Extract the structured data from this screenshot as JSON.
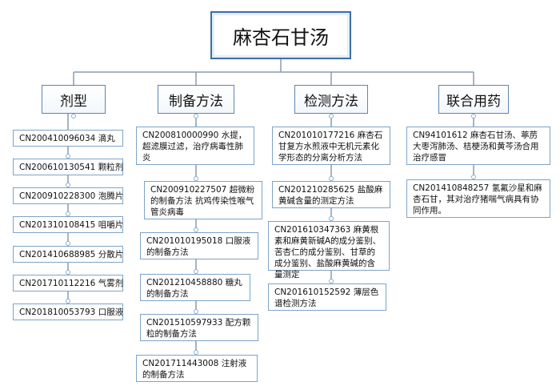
{
  "root": "麻杏石甘汤",
  "categories": [
    {
      "label": "剂型",
      "items": [
        "CN200410096034 滴丸",
        "CN200610130541 颗粒剂",
        "CN200910228300 泡腾片",
        "CN201310108415 咀嚼片",
        "CN201410688985 分散片",
        "CN201710112216 气雾剂",
        "CN201810053793 口服液"
      ]
    },
    {
      "label": "制备方法",
      "items": [
        "CN200810000990 水提，超滤膜过滤，治疗病毒性肺炎",
        "CN200910227507 超微粉的制备方法 抗鸡传染性喉气管炎病毒",
        "CN201010195018 口服液的制备方法",
        "CN201210458880 糖丸的制备方法",
        "CN201510597933 配方颗粒的制备方法",
        "CN201711443008 注射液的制备方法"
      ]
    },
    {
      "label": "检测方法",
      "items": [
        "CN201010177216 麻杏石甘复方水煎液中无机元素化学形态的分离分析方法",
        "CN201210285625 盐酸麻黄碱含量的测定方法",
        "CN201610347363 麻黄根素和麻黄新碱A的成分鉴别、苦杏仁的成分鉴别、甘草的成分鉴别、盐酸麻黄碱的含量测定",
        "CN201610152592 薄层色谱检测方法"
      ]
    },
    {
      "label": "联合用药",
      "items": [
        "CN94101612 麻杏石甘汤、葶苈大枣泻肺汤、桔梗汤和黄芩汤合用 治疗感冒",
        "CN201410848257 氢氟沙星和麻杏石甘，其对治疗猪喘气病具有协同作用。"
      ]
    }
  ]
}
